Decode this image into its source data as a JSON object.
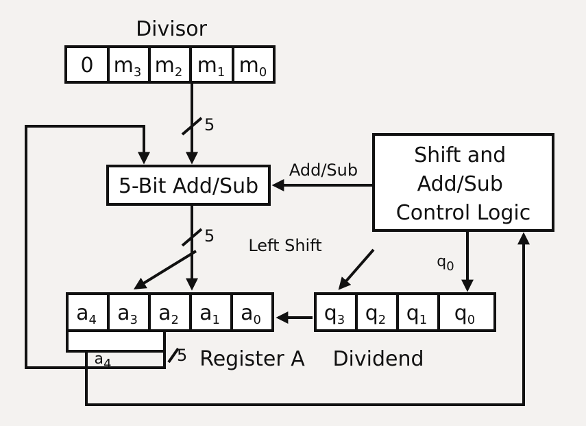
{
  "divisor": {
    "title": "Divisor",
    "cells": [
      {
        "base": "0",
        "sub": ""
      },
      {
        "base": "m",
        "sub": "3"
      },
      {
        "base": "m",
        "sub": "2"
      },
      {
        "base": "m",
        "sub": "1"
      },
      {
        "base": "m",
        "sub": "0"
      }
    ]
  },
  "adder": {
    "label": "5-Bit Add/Sub"
  },
  "control": {
    "lines": [
      "Shift and",
      "Add/Sub",
      "Control Logic"
    ]
  },
  "signals": {
    "add_sub": "Add/Sub",
    "left_shift": "Left Shift",
    "q0": {
      "base": "q",
      "sub": "0"
    },
    "a4": {
      "base": "a",
      "sub": "4"
    }
  },
  "bus_widths": {
    "divisor_to_adder": "5",
    "adder_to_register": "5",
    "register_feedback": "5"
  },
  "register_a": {
    "label": "Register A",
    "cells": [
      {
        "base": "a",
        "sub": "4"
      },
      {
        "base": "a",
        "sub": "3"
      },
      {
        "base": "a",
        "sub": "2"
      },
      {
        "base": "a",
        "sub": "1"
      },
      {
        "base": "a",
        "sub": "0"
      }
    ]
  },
  "dividend": {
    "label": "Dividend",
    "cells": [
      {
        "base": "q",
        "sub": "3"
      },
      {
        "base": "q",
        "sub": "2"
      },
      {
        "base": "q",
        "sub": "1"
      },
      {
        "base": "q",
        "sub": "0"
      }
    ]
  },
  "colors": {
    "ink": "#111111",
    "paper": "#f4f2f0",
    "box_fill": "#ffffff"
  }
}
